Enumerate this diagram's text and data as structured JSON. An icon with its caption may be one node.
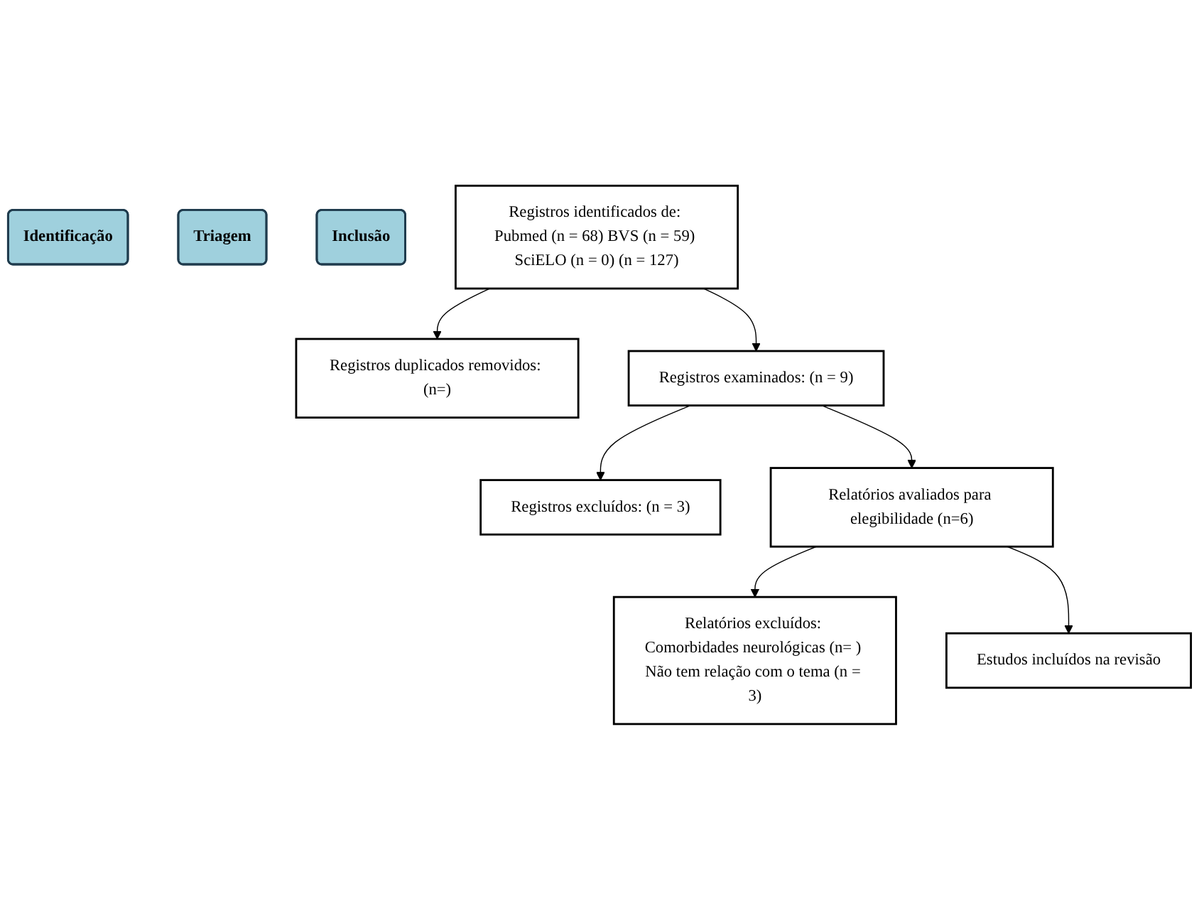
{
  "diagram": {
    "nodes": [
      {
        "text": [
          "Identificação"
        ]
      },
      {
        "text": [
          "Triagem"
        ]
      },
      {
        "text": [
          "Inclusão"
        ]
      },
      {
        "text": [
          "Registros identificados de: Pubmed (n = 68) BVS (n = 59) SciELO (n = 0) (n = 127)"
        ]
      },
      {
        "text": [
          "Registros duplicados removidos: (n=)"
        ]
      },
      {
        "text": [
          "Registros examinados: (n = 9)"
        ]
      },
      {
        "text": [
          "Registros excluídos: (n = 3)"
        ]
      },
      {
        "text": [
          "Relatórios avaliados para elegibilidade (n=6)"
        ]
      },
      {
        "text": [
          "Relatórios excluídos: Comorbidades neurológicas (n= ) Não tem relação com o tema (n = 3)"
        ]
      },
      {
        "text": [
          "Estudos incluídos na revisão"
        ]
      }
    ],
    "edges": [
      {
        "from": 3,
        "to": 4,
        "arrow": "to"
      },
      {
        "from": 3,
        "to": 5,
        "arrow": "to"
      },
      {
        "from": 5,
        "to": 6,
        "arrow": "to"
      },
      {
        "from": 5,
        "to": 7,
        "arrow": "to"
      },
      {
        "from": 7,
        "to": 8,
        "arrow": "to"
      },
      {
        "from": 7,
        "to": 9,
        "arrow": "to"
      }
    ]
  }
}
